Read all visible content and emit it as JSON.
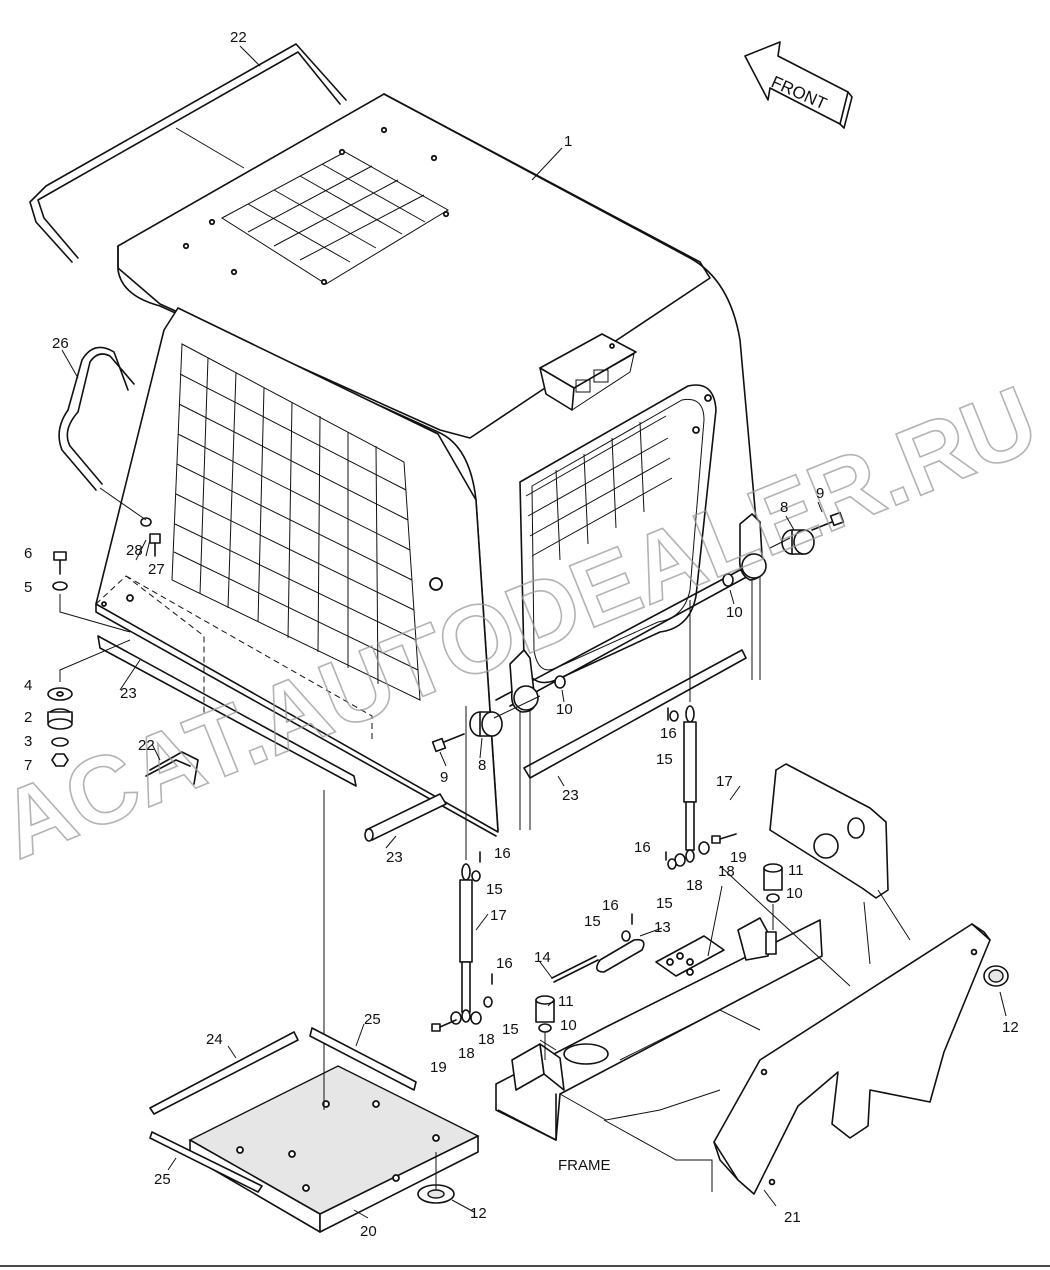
{
  "callouts": [
    {
      "id": "c1",
      "text": "1"
    },
    {
      "id": "c2",
      "text": "2"
    },
    {
      "id": "c3",
      "text": "3"
    },
    {
      "id": "c4",
      "text": "4"
    },
    {
      "id": "c5",
      "text": "5"
    },
    {
      "id": "c6",
      "text": "6"
    },
    {
      "id": "c7",
      "text": "7"
    },
    {
      "id": "c8a",
      "text": "8"
    },
    {
      "id": "c8b",
      "text": "8"
    },
    {
      "id": "c9a",
      "text": "9"
    },
    {
      "id": "c9b",
      "text": "9"
    },
    {
      "id": "c10a",
      "text": "10"
    },
    {
      "id": "c10b",
      "text": "10"
    },
    {
      "id": "c10c",
      "text": "10"
    },
    {
      "id": "c10d",
      "text": "10"
    },
    {
      "id": "c11a",
      "text": "11"
    },
    {
      "id": "c11b",
      "text": "11"
    },
    {
      "id": "c12a",
      "text": "12"
    },
    {
      "id": "c12b",
      "text": "12"
    },
    {
      "id": "c13",
      "text": "13"
    },
    {
      "id": "c14",
      "text": "14"
    },
    {
      "id": "c15a",
      "text": "15"
    },
    {
      "id": "c15b",
      "text": "15"
    },
    {
      "id": "c15c",
      "text": "15"
    },
    {
      "id": "c15d",
      "text": "15"
    },
    {
      "id": "c15e",
      "text": "15"
    },
    {
      "id": "c16a",
      "text": "16"
    },
    {
      "id": "c16b",
      "text": "16"
    },
    {
      "id": "c16c",
      "text": "16"
    },
    {
      "id": "c16d",
      "text": "16"
    },
    {
      "id": "c16e",
      "text": "16"
    },
    {
      "id": "c17a",
      "text": "17"
    },
    {
      "id": "c17b",
      "text": "17"
    },
    {
      "id": "c18a",
      "text": "18"
    },
    {
      "id": "c18b",
      "text": "18"
    },
    {
      "id": "c18c",
      "text": "18"
    },
    {
      "id": "c18d",
      "text": "18"
    },
    {
      "id": "c19a",
      "text": "19"
    },
    {
      "id": "c19b",
      "text": "19"
    },
    {
      "id": "c20",
      "text": "20"
    },
    {
      "id": "c21",
      "text": "21"
    },
    {
      "id": "c22a",
      "text": "22"
    },
    {
      "id": "c22b",
      "text": "22"
    },
    {
      "id": "c23a",
      "text": "23"
    },
    {
      "id": "c23b",
      "text": "23"
    },
    {
      "id": "c23c",
      "text": "23"
    },
    {
      "id": "c24",
      "text": "24"
    },
    {
      "id": "c25a",
      "text": "25"
    },
    {
      "id": "c25b",
      "text": "25"
    },
    {
      "id": "c26",
      "text": "26"
    },
    {
      "id": "c27",
      "text": "27"
    },
    {
      "id": "c28",
      "text": "28"
    }
  ],
  "labels": {
    "front": "FRONT",
    "frame": "FRAME"
  },
  "watermark": {
    "line1": "ACAT.AUTODEALER.RU"
  }
}
